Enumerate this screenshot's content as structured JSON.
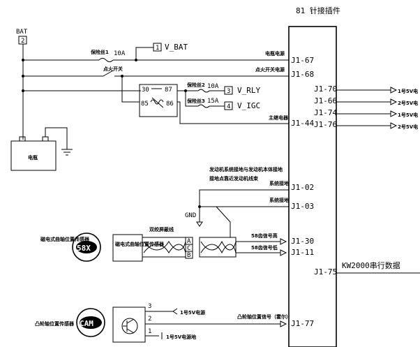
{
  "header": {
    "connector_title": "81 针接插件"
  },
  "battery": {
    "name": "BAT",
    "pin": "2",
    "label": "电瓶"
  },
  "fuses": {
    "f1": "保险丝1",
    "f1_rating": "10A",
    "f2": "保险丝2",
    "f2_rating": "10A",
    "f3": "保险丝3",
    "f3_rating": "15A"
  },
  "outputs": {
    "v_bat": {
      "num": "1",
      "label": "V_BAT"
    },
    "v_rly": {
      "num": "3",
      "label": "V_RLY"
    },
    "v_igc": {
      "num": "4",
      "label": "V_IGC"
    }
  },
  "switches": {
    "ignition": "点火开关"
  },
  "relay": {
    "p30": "30",
    "p87": "87",
    "p85": "85",
    "p86": "86"
  },
  "left_pins": [
    {
      "pin": "J1-67",
      "label": "电瓶电源"
    },
    {
      "pin": "J1-68",
      "label": "点火开关电源"
    },
    {
      "pin": "J1-44",
      "label": "主继电器"
    },
    {
      "pin": "J1-02",
      "label": "系统接地"
    },
    {
      "pin": "J1-03",
      "label": "系统接地"
    },
    {
      "pin": "J1-30",
      "label": "58齿信号高"
    },
    {
      "pin": "J1-11",
      "label": "58齿信号低"
    },
    {
      "pin": "J1-77",
      "label": "凸轮轴位置信号（霍尔）"
    }
  ],
  "right_pins": [
    {
      "pin": "J1-70",
      "label": "1号5V电"
    },
    {
      "pin": "J1-66",
      "label": "2号5V电"
    },
    {
      "pin": "J1-74",
      "label": "1号5V电"
    },
    {
      "pin": "J1-76",
      "label": "2号5V电"
    },
    {
      "pin": "J1-75",
      "label": "KW2000串行数据"
    }
  ],
  "ground": {
    "label": "GND",
    "note1": "发动机系统接地与发动机本体接地",
    "note2": "接地点靠近发动机线束"
  },
  "crank_sensor": {
    "badge": "58X",
    "type": "磁电式曲轴位置传感器",
    "type2": "磁电式曲轴位置传感器",
    "cable": "双绞屏蔽线",
    "pins": [
      "A",
      "C",
      "B"
    ]
  },
  "cam_sensor": {
    "badge": "CAM",
    "label": "凸轮轴位置传感器",
    "pin3": "3",
    "pin2": "2",
    "pin1": "1",
    "ref_5v": "1号5V电源",
    "ref_gnd": "1号5V电源地"
  }
}
